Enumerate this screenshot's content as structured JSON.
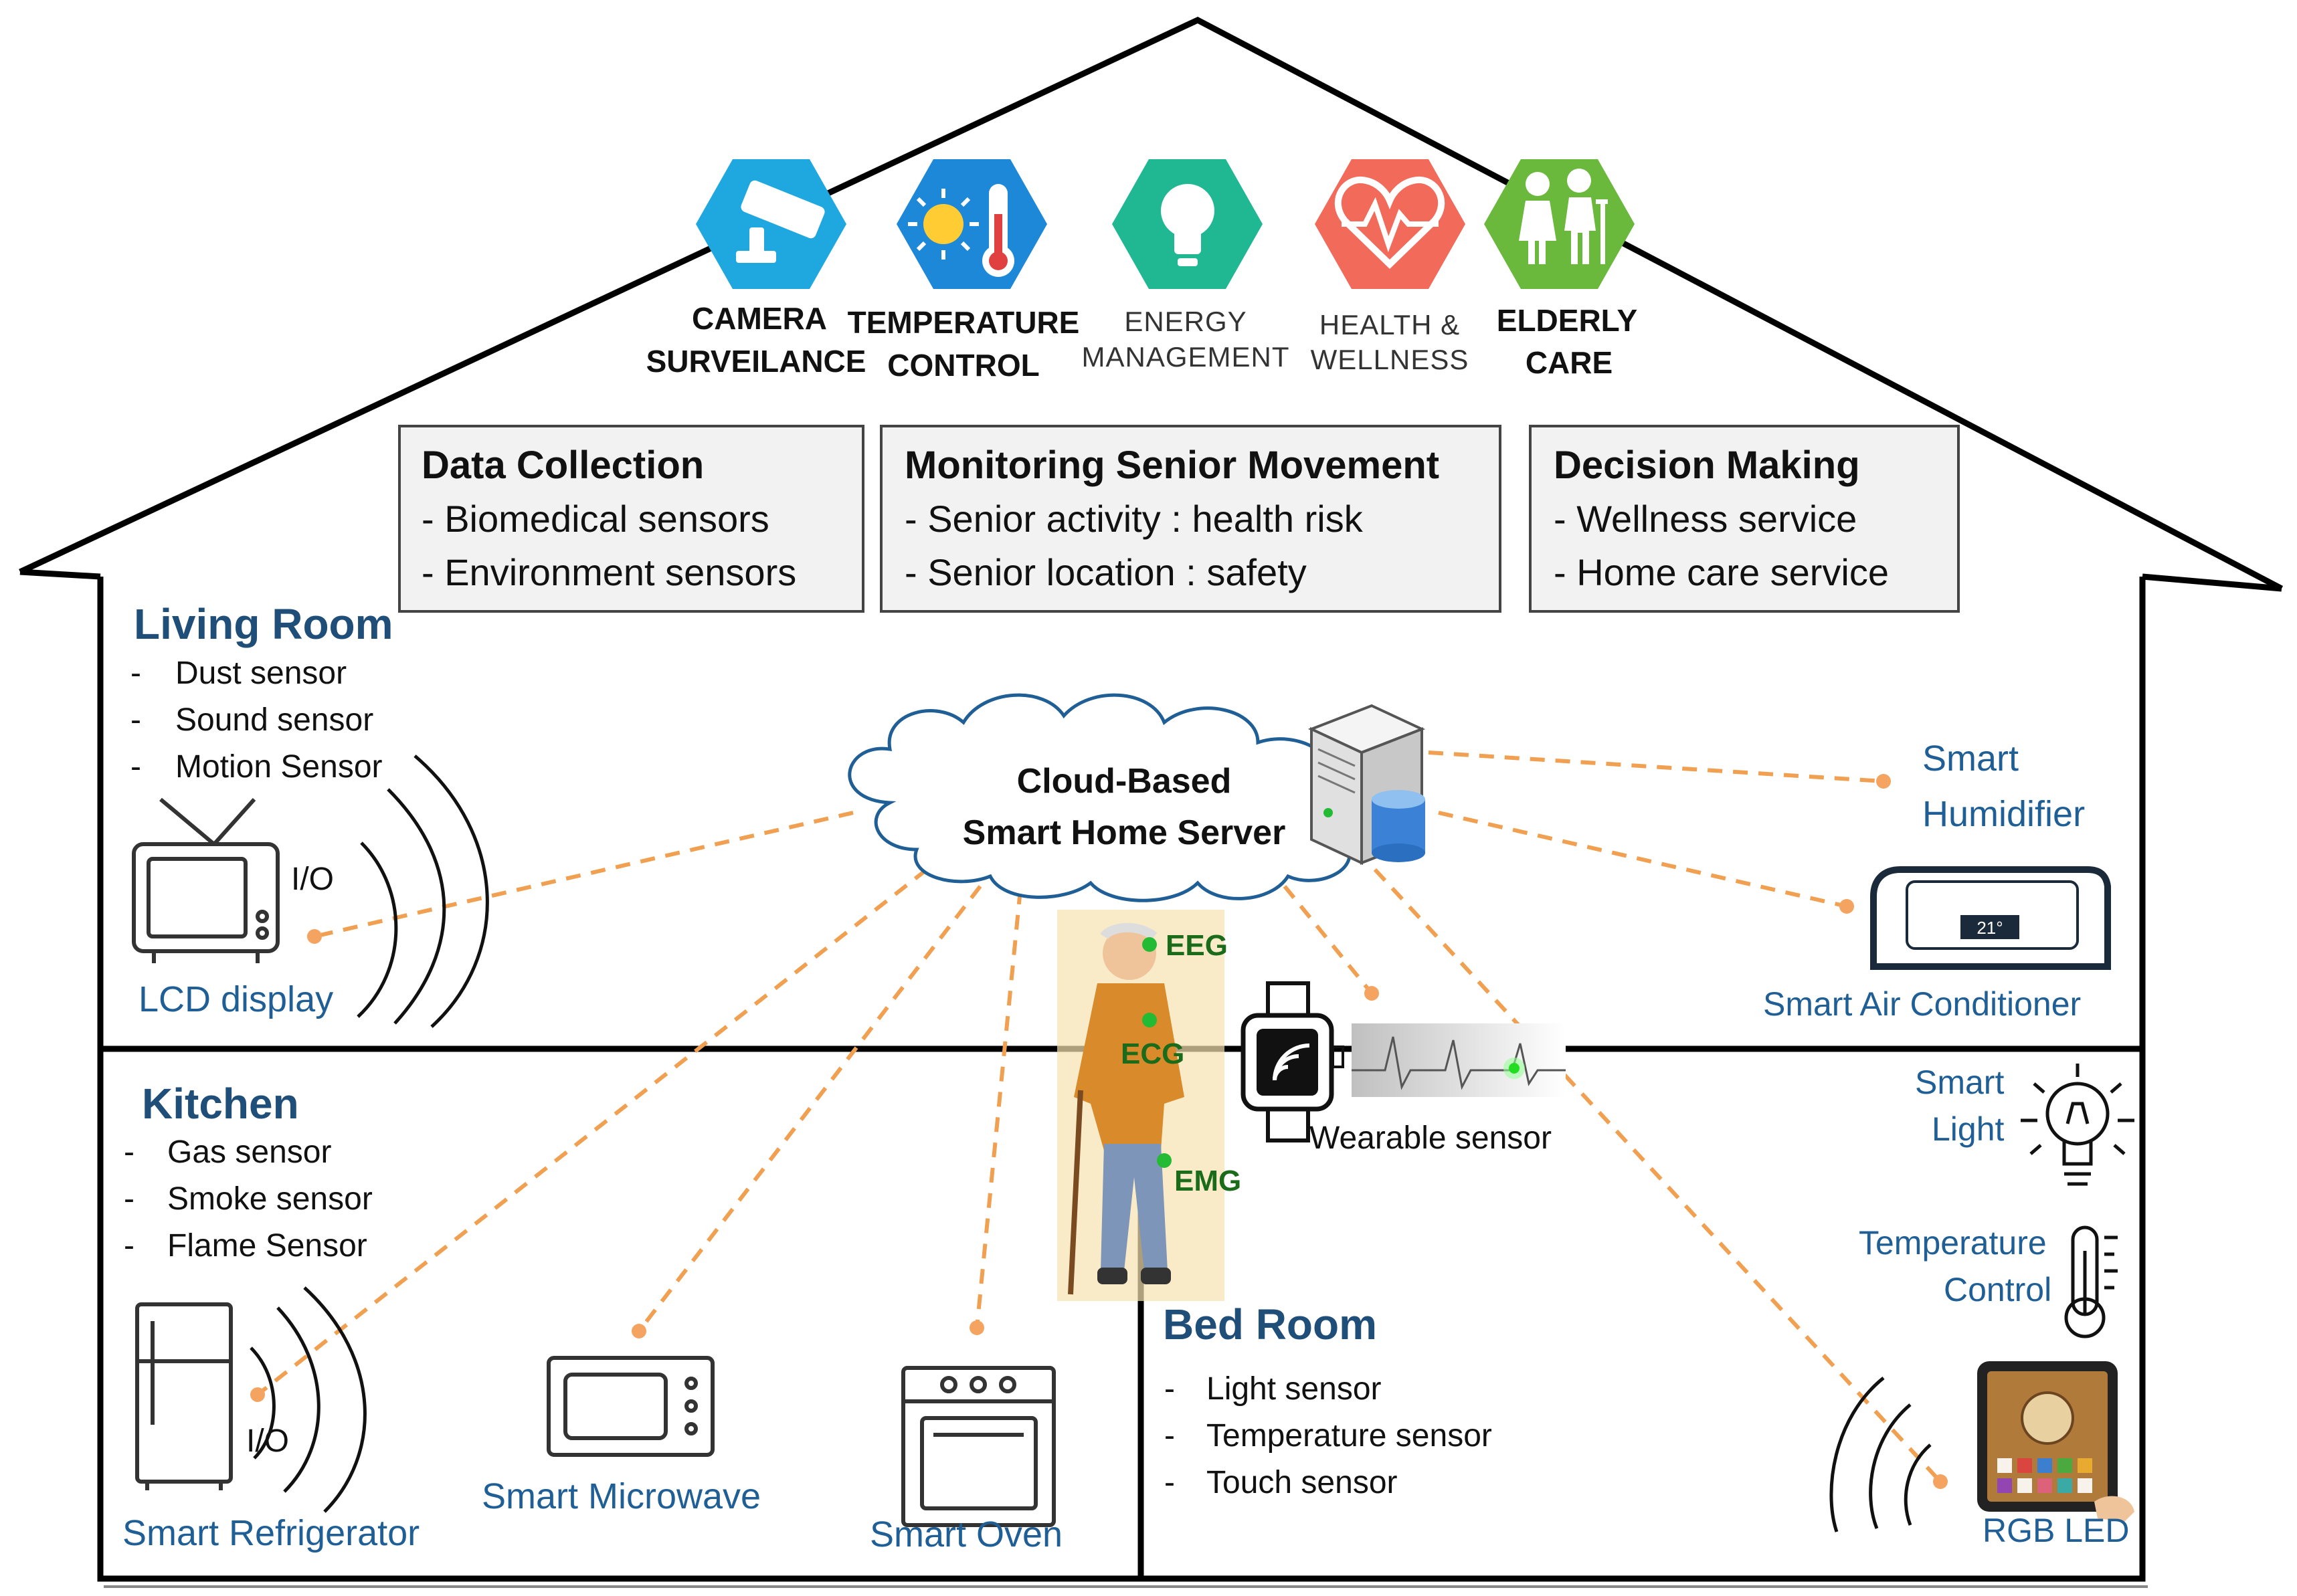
{
  "services": [
    {
      "line1": "CAMERA",
      "line2": "SURVEILANCE",
      "color": "#1fa8e0",
      "icon": "camera-icon"
    },
    {
      "line1": "TEMPERATURE",
      "line2": "CONTROL",
      "color": "#1e88d8",
      "icon": "thermometer-sun-icon"
    },
    {
      "line1": "ENERGY",
      "line2": "MANAGEMENT",
      "color": "#1fb893",
      "icon": "lightbulb-icon"
    },
    {
      "line1": "HEALTH &",
      "line2": "WELLNESS",
      "color": "#f26a5a",
      "icon": "heart-pulse-icon"
    },
    {
      "line1": "ELDERLY",
      "line2": "CARE",
      "color": "#6ab83c",
      "icon": "elderly-couple-icon"
    }
  ],
  "boxes": [
    {
      "title": "Data Collection",
      "items": [
        "- Biomedical sensors",
        "- Environment sensors"
      ]
    },
    {
      "title": "Monitoring Senior Movement",
      "items": [
        "- Senior activity : health risk",
        "- Senior location : safety"
      ]
    },
    {
      "title": "Decision Making",
      "items": [
        "- Wellness service",
        "- Home care service"
      ]
    }
  ],
  "rooms": {
    "living": {
      "title": "Living Room",
      "items": [
        "Dust sensor",
        "Sound sensor",
        "Motion Sensor"
      ]
    },
    "kitchen": {
      "title": "Kitchen",
      "items": [
        "Gas sensor",
        "Smoke sensor",
        "Flame Sensor"
      ]
    },
    "bedroom": {
      "title": "Bed Room",
      "items": [
        "Light sensor",
        "Temperature sensor",
        "Touch sensor"
      ]
    }
  },
  "cloud": {
    "line1": "Cloud-Based",
    "line2": "Smart Home Server"
  },
  "devices": {
    "lcd": "LCD display",
    "io_living": "I/O",
    "io_kitchen": "I/O",
    "humidifier": [
      "Smart",
      "Humidifier"
    ],
    "air_conditioner": "Smart Air Conditioner",
    "ac_display": "21°",
    "refrigerator": "Smart Refrigerator",
    "microwave": "Smart Microwave",
    "oven": "Smart Oven",
    "light": [
      "Smart",
      "Light"
    ],
    "temperature_control": [
      "Temperature",
      "Control"
    ],
    "rgb_led": "RGB LED",
    "wearable": "Wearable sensor"
  },
  "signals": [
    "EEG",
    "ECG",
    "EMG"
  ],
  "colors": {
    "link": "#f0a050",
    "dot": "#f4a460",
    "sensor_dot": "#22bb33",
    "title_blue": "#1f4e79",
    "device_blue": "#1f5f96"
  }
}
